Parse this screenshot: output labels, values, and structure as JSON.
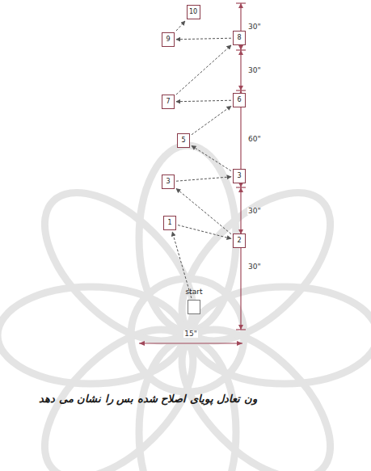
{
  "diagram": {
    "caption": "ون تعادل پویای اصلاح شده بس را نشان می دهد",
    "nodes": [
      {
        "text": [
          "start"
        ]
      },
      {
        "text": [
          "1"
        ]
      },
      {
        "text": [
          "2"
        ]
      },
      {
        "text": [
          "3"
        ]
      },
      {
        "text": [
          "3"
        ]
      },
      {
        "text": [
          "5"
        ]
      },
      {
        "text": [
          "6"
        ]
      },
      {
        "text": [
          "7"
        ]
      },
      {
        "text": [
          "8"
        ]
      },
      {
        "text": [
          "9"
        ]
      },
      {
        "text": [
          "10"
        ]
      }
    ],
    "edges": [
      {
        "from": 0,
        "to": 1,
        "arrow": "to"
      },
      {
        "from": 1,
        "to": 2,
        "arrow": "to"
      },
      {
        "from": 2,
        "to": 3,
        "arrow": "to"
      },
      {
        "from": 3,
        "to": 4,
        "arrow": "to"
      },
      {
        "from": 4,
        "to": 5,
        "arrow": "to"
      },
      {
        "from": 5,
        "to": 6,
        "arrow": "to"
      },
      {
        "from": 6,
        "to": 7,
        "arrow": "to"
      },
      {
        "from": 7,
        "to": 8,
        "arrow": "to"
      },
      {
        "from": 8,
        "to": 9,
        "arrow": "to"
      },
      {
        "from": 9,
        "to": 10,
        "arrow": "to"
      }
    ],
    "labels": [
      "30\"",
      "30\"",
      "60\"",
      "30\"",
      "30\"",
      "15\""
    ]
  }
}
